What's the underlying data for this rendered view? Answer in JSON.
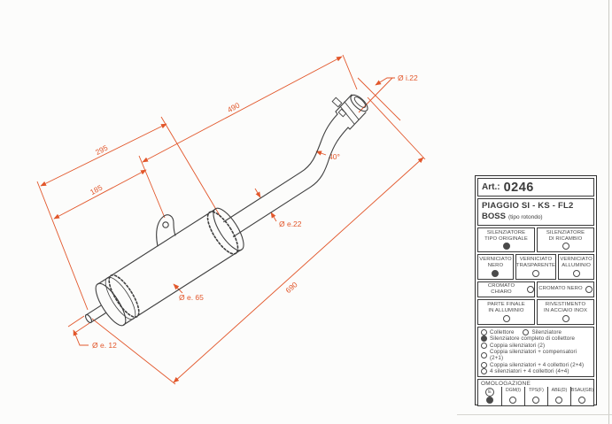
{
  "panel": {
    "art_label": "Art.:",
    "art_number": "0246",
    "model": "PIAGGIO SI - KS - FL2",
    "series": "BOSS",
    "series_note": "(tipo rotondo)",
    "type_rows": [
      {
        "cells": [
          {
            "label": "SILENZIATORE\nTIPO ORIGINALE",
            "checked": true
          },
          {
            "label": "SILENZIATORE\nDI RICAMBIO",
            "checked": false
          }
        ]
      },
      {
        "cells": [
          {
            "label": "VERNICIATO\nNERO",
            "checked": true
          },
          {
            "label": "VERNICIATO\nTRASPARENTE",
            "checked": false
          },
          {
            "label": "VERNICIATO\nALLUMINIO",
            "checked": false
          }
        ]
      },
      {
        "cells": [
          {
            "label": "CROMATO CHIARO",
            "checked": false
          },
          {
            "label": "CROMATO NERO",
            "checked": false
          }
        ]
      },
      {
        "cells": [
          {
            "label": "PARTE FINALE\nIN ALLUMINIO",
            "checked": false
          },
          {
            "label": "RIVESTIMENTO\nIN ACCIAIO INOX",
            "checked": false
          }
        ]
      }
    ],
    "config_rows": [
      {
        "items": [
          {
            "label": "Collettore",
            "checked": false
          },
          {
            "label": "Silenziatore",
            "checked": false
          }
        ]
      },
      {
        "items": [
          {
            "label": "Silenziatore completo di collettore",
            "checked": true
          }
        ]
      },
      {
        "items": [
          {
            "label": "Coppia silenziatori (2)",
            "checked": false
          }
        ]
      },
      {
        "items": [
          {
            "label": "Coppia silenziatori + compensatori (2+1)",
            "checked": false
          }
        ]
      },
      {
        "items": [
          {
            "label": "Coppia silenziatori + 4 collettori (2+4)",
            "checked": false
          }
        ]
      },
      {
        "items": [
          {
            "label": "4 silenziatori + 4 collettori (4+4)",
            "checked": false
          }
        ]
      }
    ],
    "homologation": {
      "title": "OMOLOGAZIONE",
      "cols": [
        {
          "label": "E",
          "circled": true,
          "checked": true
        },
        {
          "label": "DGM(I)",
          "circled": false,
          "checked": false
        },
        {
          "label": "TPS(F)",
          "circled": false,
          "checked": false
        },
        {
          "label": "ABE(D)",
          "circled": false,
          "checked": false
        },
        {
          "label": "BSAU(GB)",
          "circled": false,
          "checked": false
        }
      ]
    }
  },
  "drawing": {
    "dim_labels": {
      "overall_length": "690",
      "pipe_length": "490",
      "body_end_length": "295",
      "bracket_length": "185",
      "bend_angle": "40°",
      "inlet_inner_dia": "Ø i.22",
      "pipe_outer_dia": "Ø e.22",
      "body_outer_dia": "Ø e. 65",
      "tail_outer_dia": "Ø e. 12"
    },
    "colors": {
      "dimension": "#e2572b",
      "outline": "#3f3f3f"
    }
  }
}
